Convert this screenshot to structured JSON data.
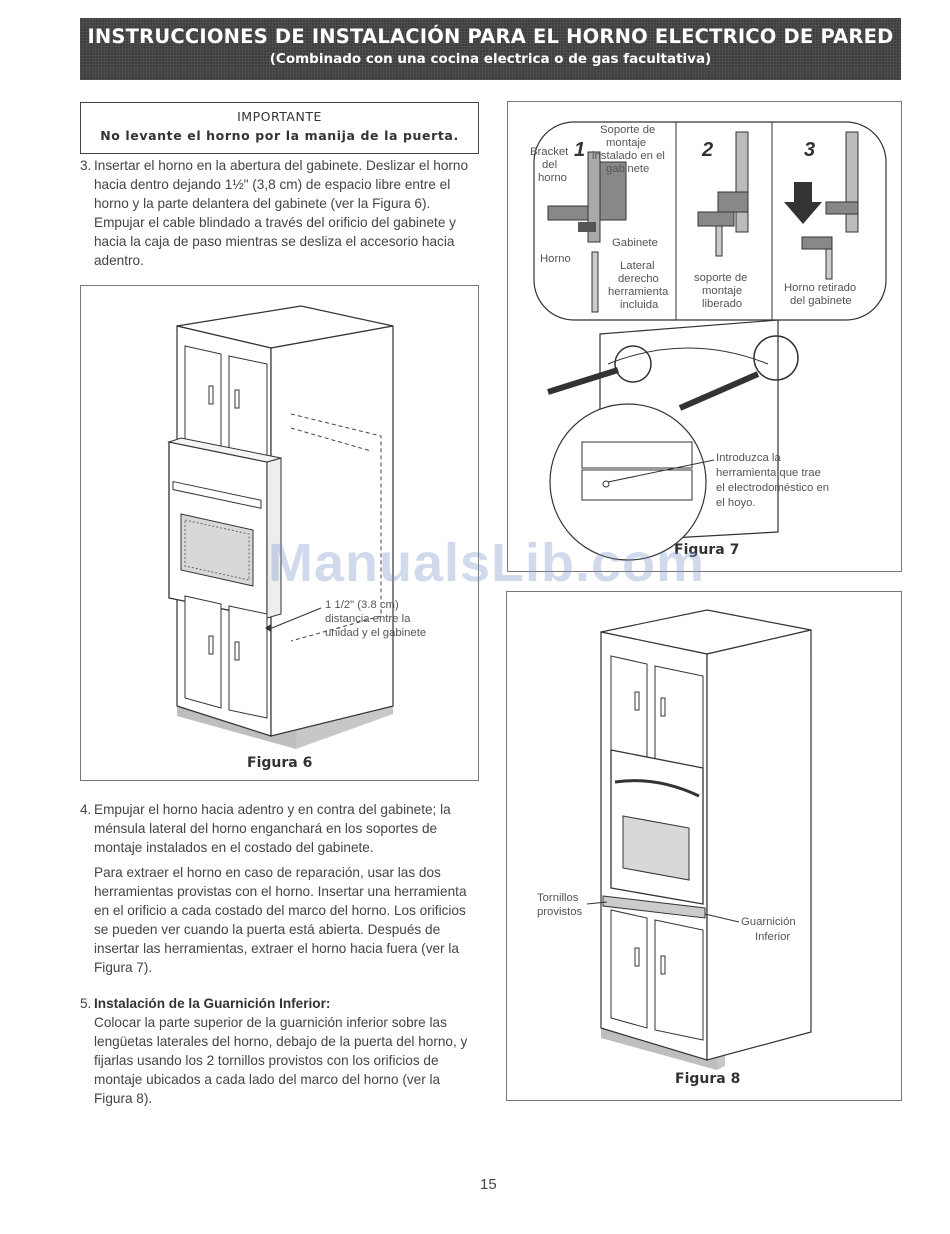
{
  "header": {
    "title": "INSTRUCCIONES DE INSTALACIÓN PARA EL HORNO ELECTRICO DE PARED",
    "subtitle": "(Combinado con una cocina electrica o de gas facultativa)"
  },
  "important": {
    "heading": "IMPORTANTE",
    "body": "No levante el horno por la manija de la puerta."
  },
  "step3": {
    "number": "3.",
    "text": "Insertar el horno en la abertura del gabinete. Deslizar el horno hacia dentro dejando 1½\" (3,8 cm) de espacio libre entre el horno y la parte delantera del gabinete (ver la Figura 6). Empujar el cable blindado a través del orificio del gabinete y hacia la caja de paso mientras se desliza el accesorio hacia adentro."
  },
  "figure6": {
    "caption": "Figura 6",
    "gap_label_1": "1 1/2\" (3.8 cm)",
    "gap_label_2": "distancia entre la",
    "gap_label_3": "unidad y el gabinete"
  },
  "step4": {
    "number": "4.",
    "text": "Empujar el horno hacia adentro y en contra del gabinete; la ménsula lateral del horno enganchará en los soportes de montaje instalados en el costado del gabinete.",
    "text2": "Para extraer el horno en caso de reparación, usar las dos herramientas provistas con el horno. Insertar una herramienta en el orificio a cada costado del marco del horno. Los orificios se pueden ver cuando la puerta está abierta. Después de insertar las herramientas, extraer el horno hacia fuera (ver la Figura 7)."
  },
  "step5": {
    "number": "5.",
    "heading": "Instalación de la Guarnición Inferior:",
    "text": "Colocar la parte superior de la guarnición inferior sobre las lengüetas laterales del horno, debajo de la puerta del horno, y fijarlas usando los 2 tornillos provistos con los orificios de montaje ubicados a cada lado del marco del horno (ver la Figura 8)."
  },
  "figure7": {
    "caption": "Figura 7",
    "step_numbers": [
      "1",
      "2",
      "3"
    ],
    "bracket_l1": "Bracket",
    "bracket_l2": "del",
    "bracket_l3": "horno",
    "soporte_l1": "Soporte de",
    "soporte_l2": "montaje",
    "soporte_l3": "instalado en el",
    "soporte_l4": "gabinete",
    "gabinete": "Gabinete",
    "horno": "Horno",
    "lateral_l1": "Lateral",
    "lateral_l2": "derecho",
    "lateral_l3": "herramienta",
    "lateral_l4": "incluida",
    "liberado_l1": "soporte de",
    "liberado_l2": "montaje",
    "liberado_l3": "liberado",
    "retirado_l1": "Horno retirado",
    "retirado_l2": "del gabinete",
    "intro_l1": "Introduzca la",
    "intro_l2": "herramienta que trae",
    "intro_l3": "el electrodoméstico en",
    "intro_l4": "el hoyo."
  },
  "figure8": {
    "caption": "Figura 8",
    "tornillos_l1": "Tornillos",
    "tornillos_l2": "provistos",
    "guarnicion_l1": "Guarnición",
    "guarnicion_l2": "Inferior"
  },
  "watermark": "ManualsLib.com",
  "page_number": "15"
}
